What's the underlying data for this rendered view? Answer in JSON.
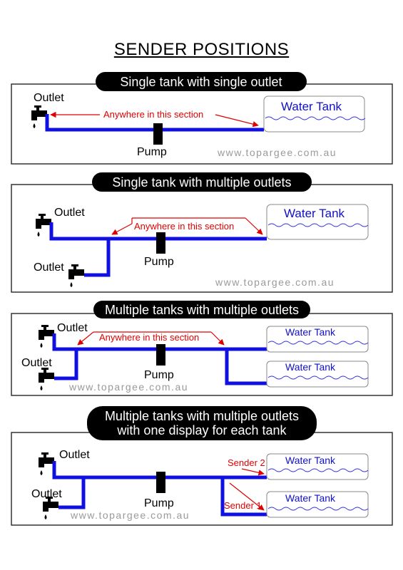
{
  "title": "SENDER POSITIONS",
  "labels": {
    "outlet": "Outlet",
    "pump": "Pump",
    "water_tank": "Water Tank",
    "anywhere": "Anywhere in this section",
    "sender_1": "Sender 1",
    "sender_2": "Sender 2",
    "watermark": "www.topargee.com.au"
  },
  "panels": [
    {
      "heading": "Single tank with single outlet"
    },
    {
      "heading": "Single tank with multiple outlets"
    },
    {
      "heading": "Multiple tanks with multiple outlets"
    },
    {
      "heading_line1": "Multiple tanks with multiple outlets",
      "heading_line2": "with one display for each tank"
    }
  ],
  "colors": {
    "pipe": "#1010e0",
    "annotation": "#e00000",
    "tank_text": "#1010c8",
    "watermark": "#9a9a9a"
  },
  "icons": [
    "tap-icon",
    "pump-icon",
    "water-tank-icon",
    "arrow-icon"
  ]
}
